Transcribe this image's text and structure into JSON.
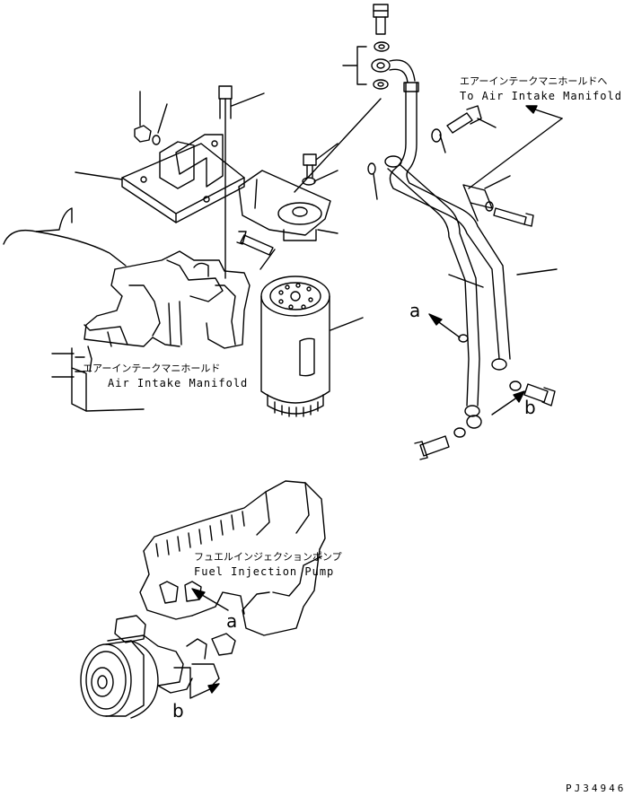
{
  "labels": {
    "air_intake_to_jp": "エアーインテークマニホールドへ",
    "air_intake_to_en": "To Air Intake Manifold",
    "air_intake_jp": "エアーインテークマニホールド",
    "air_intake_en": "Air Intake Manifold",
    "fuel_pump_jp": "フュエルインジェクションポンプ",
    "fuel_pump_en": "Fuel Injection Pump"
  },
  "refs": {
    "a_top": "a",
    "b_top": "b",
    "a_pump": "a",
    "b_pump": "b"
  },
  "drawing_code": "PJ34946"
}
